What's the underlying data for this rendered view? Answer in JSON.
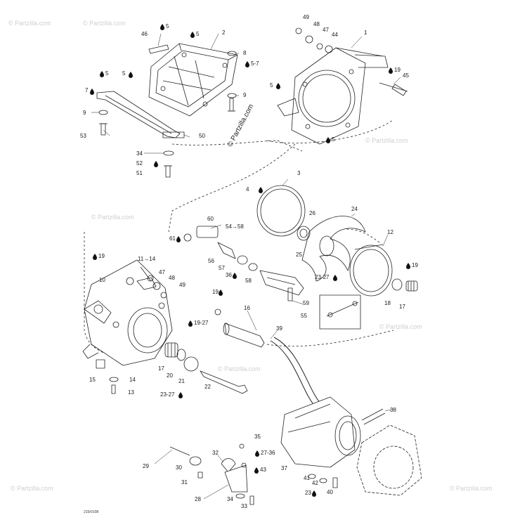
{
  "watermark": {
    "main": "© Partzilla.com",
    "faint": "© Partzilla.com"
  },
  "diagram_code": "215r0108",
  "symbols": {
    "lube": "droplet-icon"
  },
  "callouts": {
    "c1": "1",
    "c2": "2",
    "c3": "3",
    "c4": "4",
    "c5a": "5",
    "c5b": "5",
    "c5c": "5",
    "c5d": "5",
    "c5_7": "5-7",
    "c7": "7",
    "c8": "8",
    "c9a": "9",
    "c9b": "9",
    "c10": "10",
    "c11_14": "11→14",
    "c12": "12",
    "c13": "13",
    "c14": "14",
    "c15": "15",
    "c16": "16",
    "c17a": "17",
    "c17b": "17",
    "c18": "18",
    "c19a": "19",
    "c19b": "19",
    "c19c": "19",
    "c19d": "19",
    "c19_27": "19-27",
    "c20": "20",
    "c21": "21",
    "c22": "22",
    "c23_27a": "23-27",
    "c23_27b": "23-27",
    "c23": "23",
    "c24": "24",
    "c25": "25",
    "c26": "26",
    "c27_36": "27-36",
    "c28": "28",
    "c29": "29",
    "c30": "30",
    "c31": "31",
    "c32": "32",
    "c33": "33",
    "c34a": "34",
    "c34b": "34",
    "c35": "35",
    "c36": "36",
    "c37": "37",
    "c38": "38",
    "c39": "39",
    "c40": "40",
    "c41": "41",
    "c42": "42",
    "c43": "43",
    "c44": "44",
    "c45": "45",
    "c46": "46",
    "c47a": "47",
    "c47b": "47",
    "c48a": "48",
    "c48b": "48",
    "c49a": "49",
    "c49b": "49",
    "c50": "50",
    "c51": "51",
    "c52": "52",
    "c53": "53",
    "c54_58": "54→58",
    "c55": "55",
    "c56": "56",
    "c57": "57",
    "c58": "58",
    "c59": "59",
    "c60": "60",
    "c61": "61"
  }
}
